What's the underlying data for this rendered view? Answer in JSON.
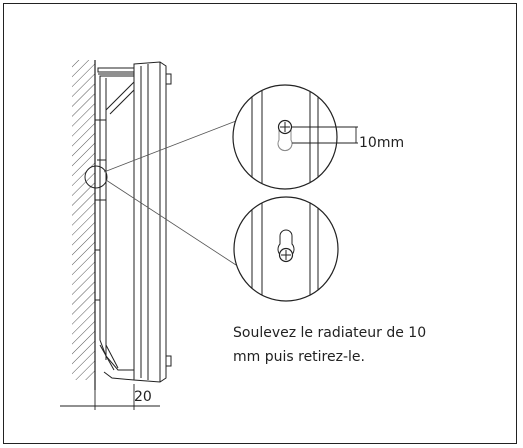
{
  "annotations": {
    "screw_gap": "10mm",
    "wall_distance": "20",
    "instruction": "Soulevez le radiateur de 10\nmm puis retirez-le."
  }
}
